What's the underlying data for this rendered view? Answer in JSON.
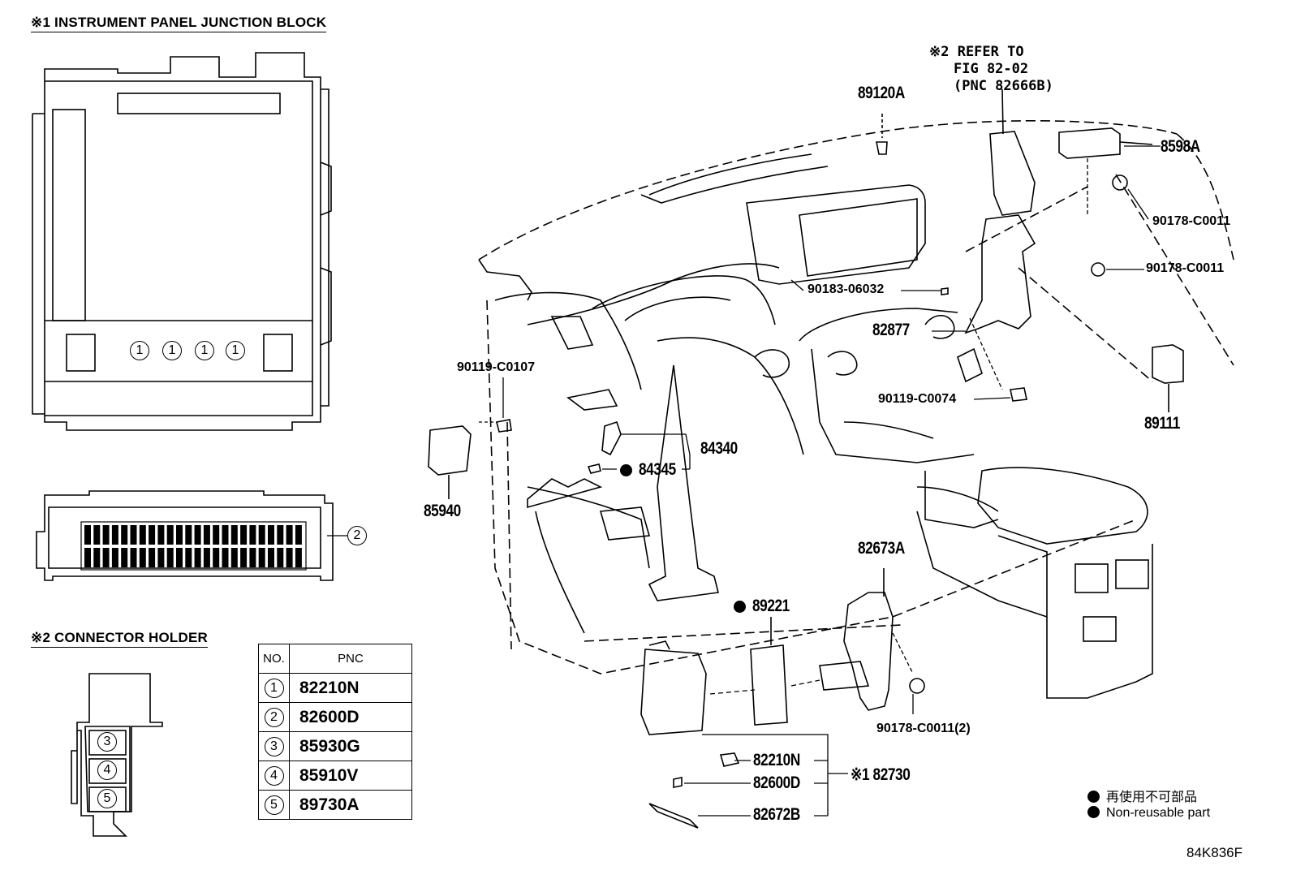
{
  "headers": {
    "junction_block": "※1 INSTRUMENT PANEL JUNCTION BLOCK",
    "connector_holder": "※2 CONNECTOR HOLDER"
  },
  "refer_note": [
    "※2 REFER TO",
    "FIG 82-02",
    "(PNC 82666B)"
  ],
  "junction_block_marks": [
    "1",
    "1",
    "1",
    "1",
    "2"
  ],
  "connector_holder_marks": [
    "3",
    "4",
    "5"
  ],
  "parts": {
    "p89120A": "89120A",
    "p8598A": "8598A",
    "p90178_1": "90178-C0011",
    "p90178_2": "90178-C0011",
    "p90183": "90183-06032",
    "p82877": "82877",
    "p90119_0107": "90119-C0107",
    "p90119_0074": "90119-C0074",
    "p89111": "89111",
    "p84340": "84340",
    "p84345": "84345",
    "p85940": "85940",
    "p82673A": "82673A",
    "p89221": "89221",
    "p90178_3": "90178-C0011(2)",
    "p82210N": "82210N",
    "p82600D": "82600D",
    "p82672B": "82672B",
    "p82730": "※1 82730"
  },
  "pnc_table": {
    "headers": [
      "NO.",
      "PNC"
    ],
    "rows": [
      {
        "no": "1",
        "pnc": "82210N"
      },
      {
        "no": "2",
        "pnc": "82600D"
      },
      {
        "no": "3",
        "pnc": "85930G"
      },
      {
        "no": "4",
        "pnc": "85910V"
      },
      {
        "no": "5",
        "pnc": "89730A"
      }
    ]
  },
  "legend": {
    "jp": "再使用不可部品",
    "en": "Non-reusable part"
  },
  "figure_id": "84K836F"
}
